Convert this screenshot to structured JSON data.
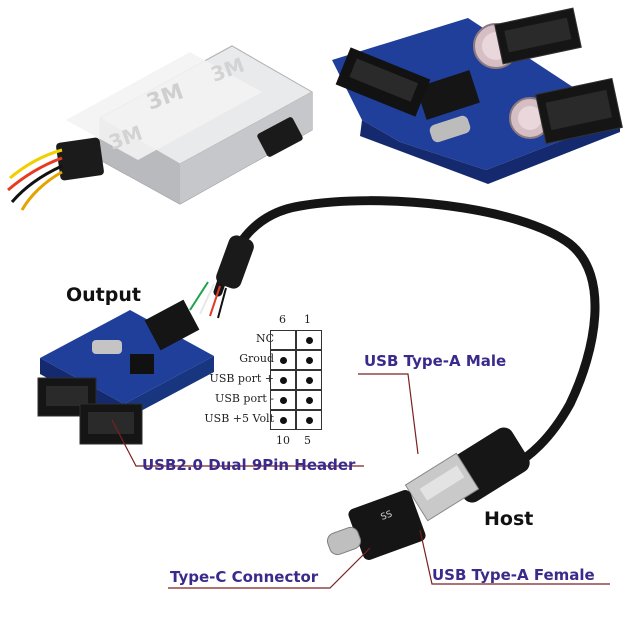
{
  "labels": {
    "output": "Output",
    "host": "Host",
    "usb_type_a_male": "USB Type-A Male",
    "usb2_dual_header": "USB2.0 Dual 9Pin Header",
    "type_c_connector": "Type-C Connector",
    "usb_type_a_female": "USB Type-A Female"
  },
  "pinout": {
    "top_left": "6",
    "top_right": "1",
    "bottom_left": "10",
    "bottom_right": "5",
    "rows": [
      "NC",
      "Groud",
      "USB port +",
      "USB port -",
      "USB +5 Volt"
    ],
    "pins": [
      [
        false,
        true
      ],
      [
        true,
        true
      ],
      [
        true,
        true
      ],
      [
        true,
        true
      ],
      [
        true,
        true
      ]
    ]
  },
  "tape_text": "3M",
  "adapter_text": "SS",
  "colors": {
    "label_blue": "#3a2a8c",
    "callout_line": "#7a2020",
    "pcb_blue": "#1f3f9a",
    "cable_black": "#151515"
  }
}
